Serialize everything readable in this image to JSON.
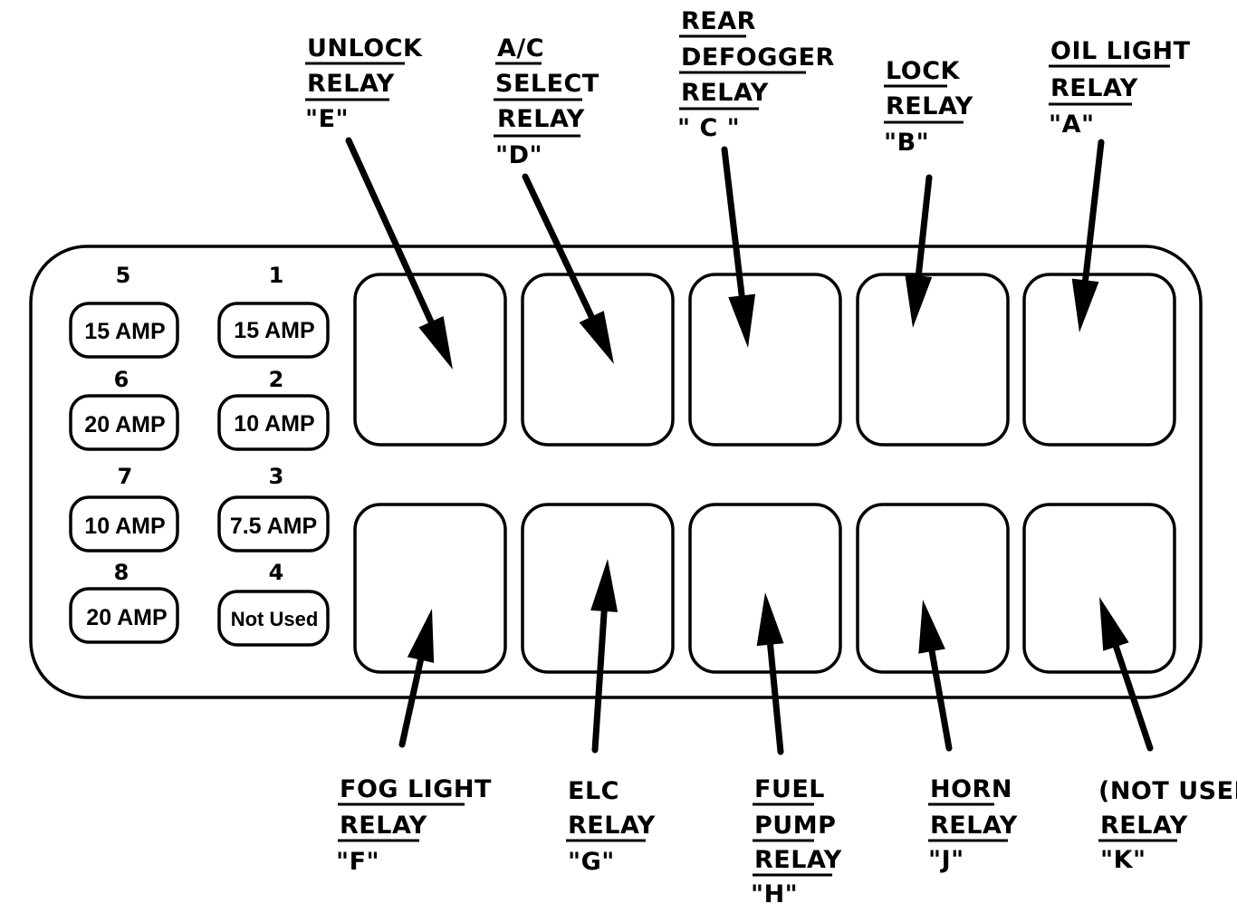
{
  "fuses": [
    {
      "number": "5",
      "rating": "15 AMP"
    },
    {
      "number": "6",
      "rating": "20 AMP"
    },
    {
      "number": "7",
      "rating": "10 AMP"
    },
    {
      "number": "8",
      "rating": "20 AMP"
    },
    {
      "number": "1",
      "rating": "15 AMP"
    },
    {
      "number": "2",
      "rating": "10 AMP"
    },
    {
      "number": "3",
      "rating": "7.5 AMP"
    },
    {
      "number": "4",
      "rating": "Not Used"
    }
  ],
  "relays_top": [
    {
      "lines": [
        "UNLOCK",
        "RELAY"
      ],
      "code": "\"E\""
    },
    {
      "lines": [
        "A/C",
        "SELECT",
        "RELAY"
      ],
      "code": "\"D\""
    },
    {
      "lines": [
        "REAR",
        "DEFOGGER",
        "RELAY"
      ],
      "code": "\" C \""
    },
    {
      "lines": [
        "LOCK",
        "RELAY"
      ],
      "code": "\"B\""
    },
    {
      "lines": [
        "OIL LIGHT",
        "RELAY"
      ],
      "code": "\"A\""
    }
  ],
  "relays_bottom": [
    {
      "lines": [
        "FOG LIGHT",
        "RELAY"
      ],
      "code": "\"F\""
    },
    {
      "lines": [
        "ELC",
        "RELAY"
      ],
      "code": "\"G\""
    },
    {
      "lines": [
        "FUEL",
        "PUMP",
        "RELAY"
      ],
      "code": "\"H\""
    },
    {
      "lines": [
        "HORN",
        "RELAY"
      ],
      "code": "\"J\""
    },
    {
      "lines": [
        "(NOT USED)",
        "RELAY"
      ],
      "code": "\"K\""
    }
  ]
}
